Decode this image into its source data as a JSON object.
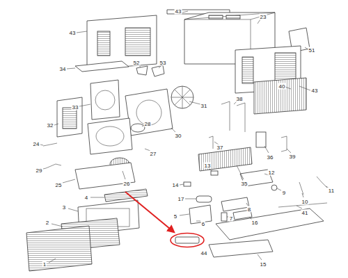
{
  "diagram": {
    "labels": [
      "43",
      "43",
      "23",
      "51",
      "43",
      "34",
      "52",
      "53",
      "33",
      "31",
      "38",
      "40",
      "32",
      "30",
      "28",
      "27",
      "37",
      "36",
      "39",
      "24",
      "26",
      "35",
      "29",
      "25",
      "13",
      "12",
      "11",
      "14",
      "10",
      "9",
      "17",
      "4",
      "3",
      "8",
      "16",
      "41",
      "2",
      "5",
      "7",
      "6",
      "44",
      "15",
      "1"
    ]
  }
}
